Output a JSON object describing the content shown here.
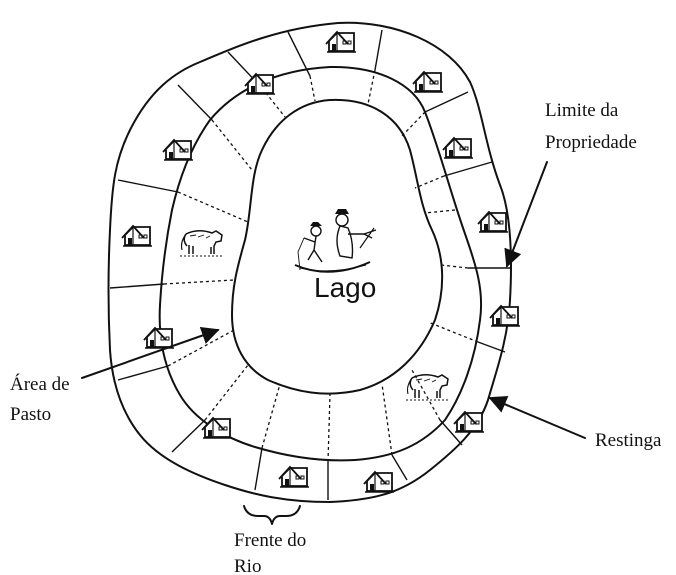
{
  "labels": {
    "lake": "Lago",
    "property_limit": [
      "Limite da",
      "Propriedade"
    ],
    "pasture_area": [
      "Área de",
      "Pasto"
    ],
    "restinga": "Restinga",
    "river_front": [
      "Frente do",
      "Rio"
    ]
  },
  "icons": {
    "house": "house-icon",
    "cattle": "cattle-icon",
    "fishermen": "fishermen-boat-icon"
  },
  "colors": {
    "ink": "#111111",
    "background": "#ffffff"
  }
}
